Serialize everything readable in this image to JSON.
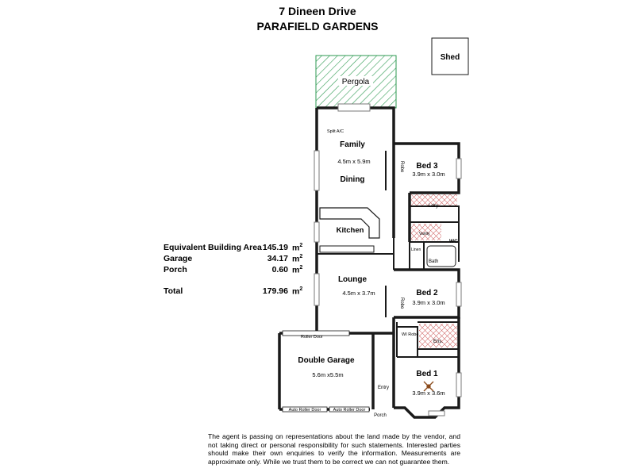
{
  "header": {
    "address_line1": "7 Dineen Drive",
    "address_line2": "PARAFIELD GARDENS"
  },
  "rooms": {
    "pergola": "Pergola",
    "shed": "Shed",
    "split_ac": "Split A/C",
    "family": "Family",
    "family_dims": "4.5m x 5.9m",
    "dining": "Dining",
    "kitchen": "Kitchen",
    "lounge": "Lounge",
    "lounge_dims": "4.5m x 3.7m",
    "bed3": "Bed 3",
    "bed3_dims": "3.9m x 3.0m",
    "bed2": "Bed 2",
    "bed2_dims": "3.9m x 3.0m",
    "bed1": "Bed 1",
    "bed1_dims": "3.9m x 3.6m",
    "robe": "Robe",
    "ldry": "Ldry",
    "vanity": "Vanity",
    "wc": "WC",
    "linen": "Linen",
    "bath": "Bath",
    "wi_robe": "WI Robe",
    "ens": "Ens.",
    "garage": "Double Garage",
    "garage_dims": "5.6m x5.5m",
    "roller_door": "Roller Door",
    "auto_roller_door": "Auto Roller Door",
    "entry": "Entry",
    "porch": "Porch"
  },
  "areas": [
    {
      "label": "Equivalent Building Area",
      "value": "145.19",
      "unit": "m",
      "sup": "2"
    },
    {
      "label": "Garage",
      "value": "34.17",
      "unit": "m",
      "sup": "2"
    },
    {
      "label": "Porch",
      "value": "0.60",
      "unit": "m",
      "sup": "2"
    },
    {
      "label": "Total",
      "value": "179.96",
      "unit": "m",
      "sup": "2"
    }
  ],
  "disclaimer": "The agent is passing on representations about the land made by the vendor, and not taking direct or personal responsibility for such statements. Interested parties should make their own enquiries to verify the information. Measurements are approximate only. While we trust them to be correct we can not guarantee them.",
  "colors": {
    "wall": "#1a1a1a",
    "pergola_hatch": "#2e9a52",
    "window": "#7a7a7a",
    "tile": "#d26a6a"
  }
}
